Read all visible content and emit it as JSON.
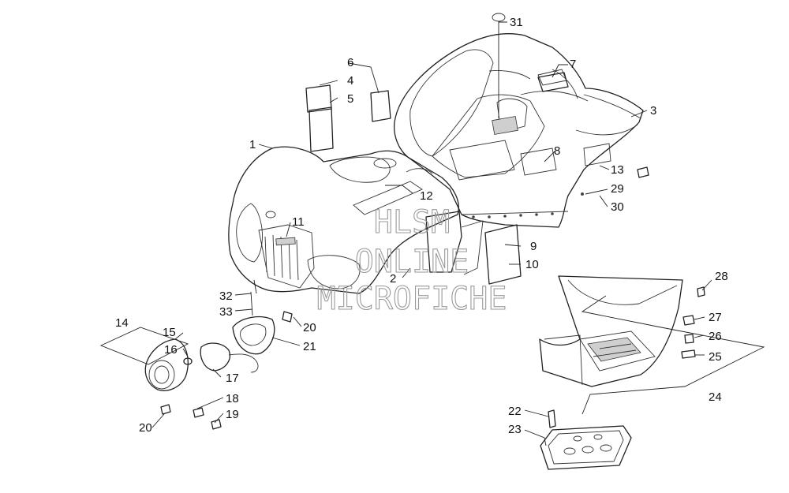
{
  "watermark": {
    "line1": "HLSM",
    "line2": "ONLINE",
    "line3": "MICROFICHE"
  },
  "callouts": [
    {
      "n": "1"
    },
    {
      "n": "2"
    },
    {
      "n": "3"
    },
    {
      "n": "4"
    },
    {
      "n": "5"
    },
    {
      "n": "6"
    },
    {
      "n": "7"
    },
    {
      "n": "8"
    },
    {
      "n": "9"
    },
    {
      "n": "10"
    },
    {
      "n": "11"
    },
    {
      "n": "12"
    },
    {
      "n": "13"
    },
    {
      "n": "14"
    },
    {
      "n": "15"
    },
    {
      "n": "16"
    },
    {
      "n": "17"
    },
    {
      "n": "18"
    },
    {
      "n": "19"
    },
    {
      "n": "20"
    },
    {
      "n": "20"
    },
    {
      "n": "21"
    },
    {
      "n": "22"
    },
    {
      "n": "23"
    },
    {
      "n": "24"
    },
    {
      "n": "25"
    },
    {
      "n": "26"
    },
    {
      "n": "27"
    },
    {
      "n": "28"
    },
    {
      "n": "29"
    },
    {
      "n": "30"
    },
    {
      "n": "31"
    },
    {
      "n": "32"
    },
    {
      "n": "33"
    }
  ]
}
